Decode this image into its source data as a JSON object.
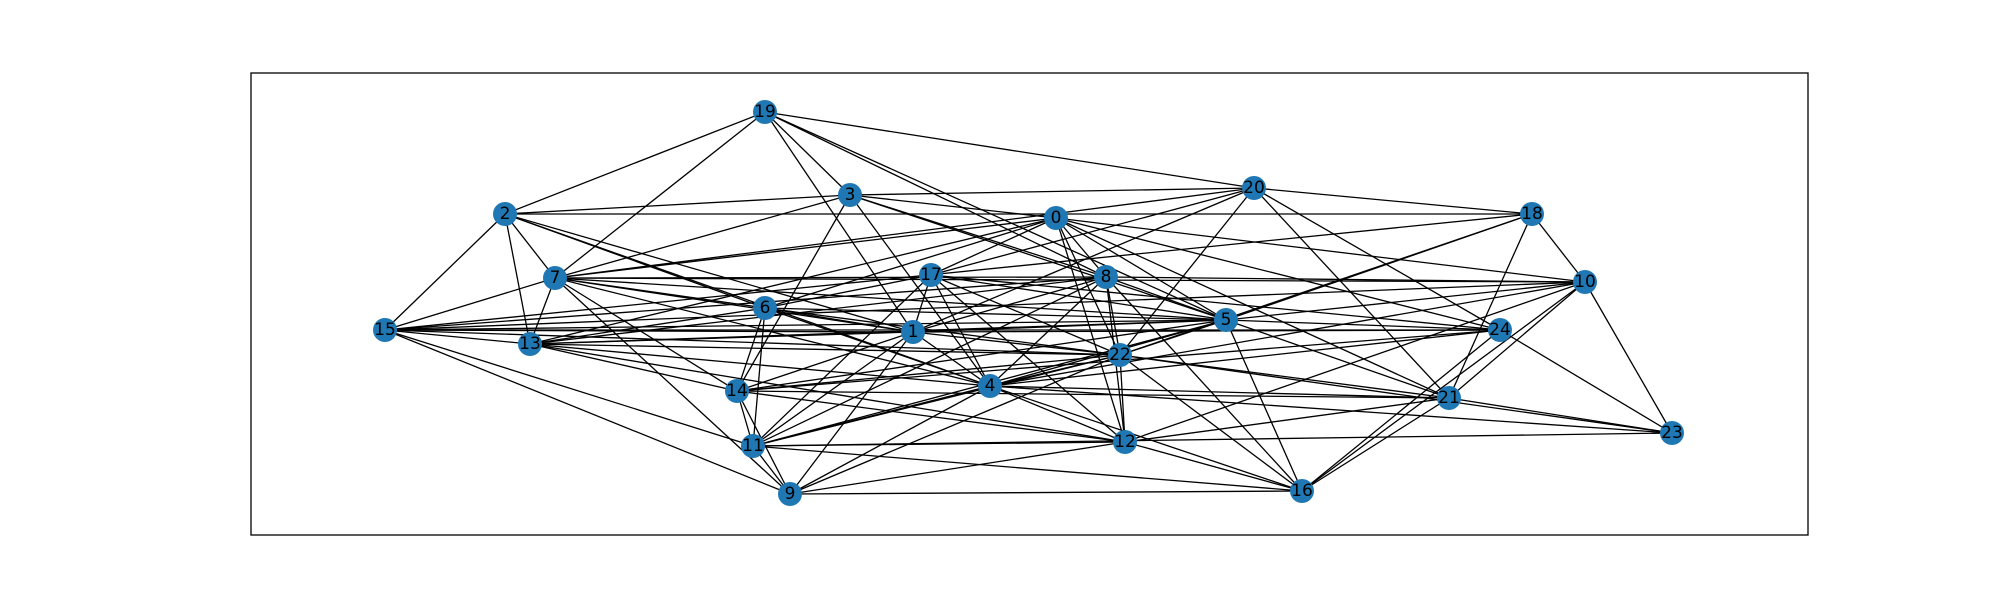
{
  "graph": {
    "node_color": "#1f77b4",
    "edge_color": "#000000",
    "nodes": [
      "0",
      "1",
      "2",
      "3",
      "4",
      "5",
      "6",
      "7",
      "8",
      "9",
      "10",
      "11",
      "12",
      "13",
      "14",
      "15",
      "16",
      "17",
      "18",
      "19",
      "20",
      "21",
      "22",
      "23",
      "24"
    ],
    "edges": [
      [
        "19",
        "2"
      ],
      [
        "19",
        "7"
      ],
      [
        "19",
        "3"
      ],
      [
        "19",
        "1"
      ],
      [
        "19",
        "8"
      ],
      [
        "19",
        "5"
      ],
      [
        "19",
        "20"
      ],
      [
        "2",
        "3"
      ],
      [
        "2",
        "18"
      ],
      [
        "2",
        "7"
      ],
      [
        "2",
        "13"
      ],
      [
        "2",
        "15"
      ],
      [
        "2",
        "6"
      ],
      [
        "2",
        "1"
      ],
      [
        "2",
        "4"
      ],
      [
        "3",
        "0"
      ],
      [
        "3",
        "7"
      ],
      [
        "3",
        "8"
      ],
      [
        "3",
        "14"
      ],
      [
        "3",
        "4"
      ],
      [
        "3",
        "5"
      ],
      [
        "3",
        "20"
      ],
      [
        "0",
        "7"
      ],
      [
        "0",
        "13"
      ],
      [
        "0",
        "6"
      ],
      [
        "0",
        "10"
      ],
      [
        "0",
        "8"
      ],
      [
        "0",
        "5"
      ],
      [
        "0",
        "22"
      ],
      [
        "0",
        "12"
      ],
      [
        "0",
        "21"
      ],
      [
        "0",
        "17"
      ],
      [
        "0",
        "24"
      ],
      [
        "20",
        "18"
      ],
      [
        "20",
        "7"
      ],
      [
        "20",
        "17"
      ],
      [
        "20",
        "1"
      ],
      [
        "20",
        "22"
      ],
      [
        "20",
        "21"
      ],
      [
        "20",
        "24"
      ],
      [
        "18",
        "15"
      ],
      [
        "18",
        "5"
      ],
      [
        "18",
        "22"
      ],
      [
        "18",
        "21"
      ],
      [
        "18",
        "10"
      ],
      [
        "7",
        "15"
      ],
      [
        "7",
        "13"
      ],
      [
        "7",
        "6"
      ],
      [
        "7",
        "5"
      ],
      [
        "7",
        "14"
      ],
      [
        "7",
        "9"
      ],
      [
        "7",
        "4"
      ],
      [
        "7",
        "1"
      ],
      [
        "7",
        "8"
      ],
      [
        "7",
        "10"
      ],
      [
        "17",
        "6"
      ],
      [
        "17",
        "1"
      ],
      [
        "17",
        "4"
      ],
      [
        "17",
        "5"
      ],
      [
        "17",
        "12"
      ],
      [
        "17",
        "22"
      ],
      [
        "17",
        "11"
      ],
      [
        "17",
        "24"
      ],
      [
        "8",
        "1"
      ],
      [
        "8",
        "4"
      ],
      [
        "8",
        "5"
      ],
      [
        "8",
        "16"
      ],
      [
        "8",
        "10"
      ],
      [
        "8",
        "11"
      ],
      [
        "8",
        "12"
      ],
      [
        "8",
        "22"
      ],
      [
        "8",
        "13"
      ],
      [
        "8",
        "15"
      ],
      [
        "10",
        "5"
      ],
      [
        "10",
        "15"
      ],
      [
        "10",
        "4"
      ],
      [
        "10",
        "21"
      ],
      [
        "10",
        "23"
      ],
      [
        "10",
        "16"
      ],
      [
        "10",
        "12"
      ],
      [
        "6",
        "14"
      ],
      [
        "6",
        "13"
      ],
      [
        "6",
        "1"
      ],
      [
        "6",
        "22"
      ],
      [
        "6",
        "5"
      ],
      [
        "6",
        "4"
      ],
      [
        "6",
        "11"
      ],
      [
        "15",
        "13"
      ],
      [
        "15",
        "1"
      ],
      [
        "15",
        "11"
      ],
      [
        "15",
        "9"
      ],
      [
        "15",
        "5"
      ],
      [
        "15",
        "24"
      ],
      [
        "15",
        "22"
      ],
      [
        "1",
        "13"
      ],
      [
        "1",
        "14"
      ],
      [
        "1",
        "4"
      ],
      [
        "1",
        "11"
      ],
      [
        "1",
        "9"
      ],
      [
        "1",
        "22"
      ],
      [
        "1",
        "5"
      ],
      [
        "1",
        "24"
      ],
      [
        "5",
        "13"
      ],
      [
        "5",
        "22"
      ],
      [
        "5",
        "4"
      ],
      [
        "5",
        "14"
      ],
      [
        "5",
        "16"
      ],
      [
        "5",
        "21"
      ],
      [
        "5",
        "24"
      ],
      [
        "5",
        "11"
      ],
      [
        "24",
        "14"
      ],
      [
        "24",
        "4"
      ],
      [
        "24",
        "23"
      ],
      [
        "24",
        "16"
      ],
      [
        "13",
        "14"
      ],
      [
        "13",
        "4"
      ],
      [
        "13",
        "12"
      ],
      [
        "13",
        "22"
      ],
      [
        "22",
        "14"
      ],
      [
        "22",
        "4"
      ],
      [
        "22",
        "11"
      ],
      [
        "22",
        "9"
      ],
      [
        "22",
        "12"
      ],
      [
        "22",
        "16"
      ],
      [
        "22",
        "21"
      ],
      [
        "22",
        "23"
      ],
      [
        "14",
        "11"
      ],
      [
        "14",
        "9"
      ],
      [
        "14",
        "12"
      ],
      [
        "14",
        "21"
      ],
      [
        "4",
        "11"
      ],
      [
        "4",
        "12"
      ],
      [
        "4",
        "9"
      ],
      [
        "4",
        "16"
      ],
      [
        "4",
        "21"
      ],
      [
        "4",
        "23"
      ],
      [
        "21",
        "16"
      ],
      [
        "21",
        "12"
      ],
      [
        "21",
        "23"
      ],
      [
        "11",
        "12"
      ],
      [
        "11",
        "9"
      ],
      [
        "11",
        "16"
      ],
      [
        "11",
        "23"
      ],
      [
        "12",
        "9"
      ],
      [
        "12",
        "16"
      ],
      [
        "9",
        "16"
      ]
    ]
  }
}
